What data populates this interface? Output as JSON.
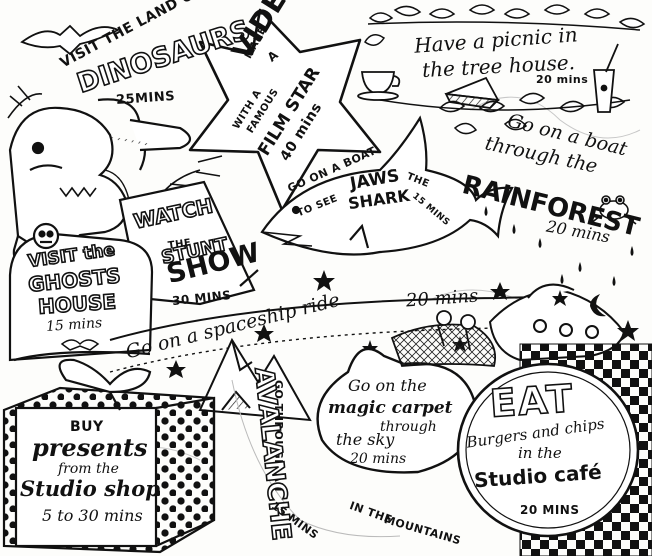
{
  "dinosaurs": {
    "line1": "VISIT THE LAND OF THE",
    "title": "DINOSAURS",
    "time": "25MINS"
  },
  "video": {
    "make": "MAKE",
    "a": "A",
    "title": "VIDEO",
    "with": "WITH A",
    "famous": "FAMOUS",
    "film_star": "FILM STAR",
    "time": "40 mins"
  },
  "picnic": {
    "line1": "Have a picnic in",
    "line2": "the tree house.",
    "time": "20 mins"
  },
  "rainforest": {
    "line1": "Go on a boat",
    "line2": "through the",
    "title": "RAINFOREST",
    "time": "20 mins"
  },
  "shark": {
    "line1": "GO ON A BOAT",
    "line2": "TO SEE",
    "jaws": "JAWS",
    "the": "THE",
    "shark": "SHARK",
    "time": "15 MINS"
  },
  "stunt": {
    "watch": "WATCH",
    "the": "THE",
    "stunt": "STUNT",
    "show": "SHOW",
    "time": "30 MINS"
  },
  "ghosts": {
    "visit": "VISIT the",
    "ghosts": "GHOSTS",
    "house": "HOUSE",
    "time": "15 mins"
  },
  "spaceship": {
    "text": "Go on a spaceship ride",
    "time": "20 mins"
  },
  "avalanche": {
    "line1": "GO THROUGH AN",
    "title": "AVALANCHE",
    "line2": "IN THE",
    "line3": "MOUNTAINS",
    "time": "15 MINS"
  },
  "carpet": {
    "line1": "Go on the",
    "line2": "magic carpet",
    "line3": "through",
    "line4": "the sky",
    "time": "20 mins"
  },
  "cafe": {
    "eat": "EAT",
    "line1": "Burgers and chips",
    "line2": "in the",
    "line3": "Studio café",
    "time": "20 MINS"
  },
  "shop": {
    "line1": "BUY",
    "line2": "presents",
    "line3": "from the",
    "line4": "Studio shop",
    "time": "5 to 30 mins"
  }
}
